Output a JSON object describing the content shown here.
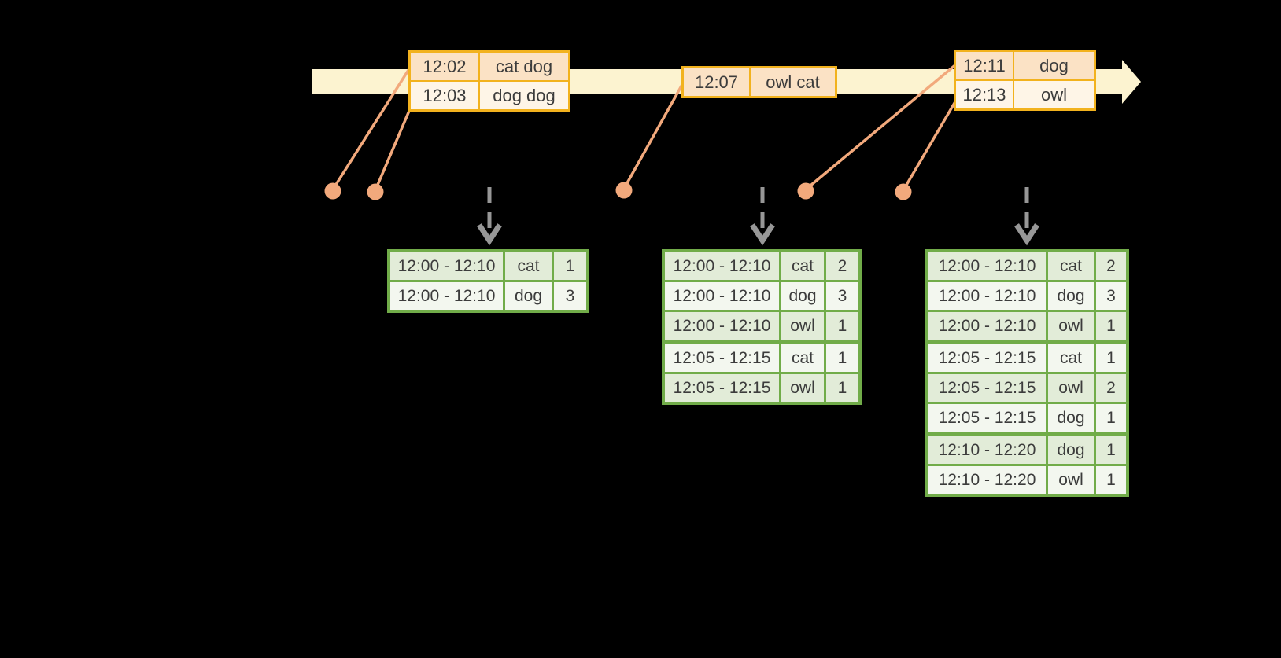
{
  "colors": {
    "background": "#000000",
    "timeline_fill": "#FCF3D0",
    "event_table_border": "#F2B21E",
    "event_row_fill": "#FBE2C5",
    "event_row_fill_alt": "#FEF5E7",
    "connector": "#F2A97C",
    "trigger_arrow": "#979797",
    "result_table_border": "#71AC49",
    "result_row_fill": "#E2ECD8",
    "result_row_fill_alt": "#F3F7EF",
    "table_text": "#3C3C3C"
  },
  "event_tables": [
    {
      "rows": [
        {
          "time": "12:02",
          "words": "cat dog"
        },
        {
          "time": "12:03",
          "words": "dog dog"
        }
      ]
    },
    {
      "rows": [
        {
          "time": "12:07",
          "words": "owl cat"
        }
      ]
    },
    {
      "rows": [
        {
          "time": "12:11",
          "words": "dog"
        },
        {
          "time": "12:13",
          "words": "owl"
        }
      ]
    }
  ],
  "result_tables": [
    {
      "rows": [
        {
          "window": "12:00 - 12:10",
          "word": "cat",
          "count": "1"
        },
        {
          "window": "12:00 - 12:10",
          "word": "dog",
          "count": "3"
        }
      ]
    },
    {
      "rows": [
        {
          "window": "12:00 - 12:10",
          "word": "cat",
          "count": "2"
        },
        {
          "window": "12:00 - 12:10",
          "word": "dog",
          "count": "3"
        },
        {
          "window": "12:00 - 12:10",
          "word": "owl",
          "count": "1"
        },
        {
          "window": "12:05 - 12:15",
          "word": "cat",
          "count": "1"
        },
        {
          "window": "12:05 - 12:15",
          "word": "owl",
          "count": "1"
        }
      ]
    },
    {
      "rows": [
        {
          "window": "12:00 - 12:10",
          "word": "cat",
          "count": "2"
        },
        {
          "window": "12:00 - 12:10",
          "word": "dog",
          "count": "3"
        },
        {
          "window": "12:00 - 12:10",
          "word": "owl",
          "count": "1"
        },
        {
          "window": "12:05 - 12:15",
          "word": "cat",
          "count": "1"
        },
        {
          "window": "12:05 - 12:15",
          "word": "owl",
          "count": "2"
        },
        {
          "window": "12:05 - 12:15",
          "word": "dog",
          "count": "1"
        },
        {
          "window": "12:10 - 12:20",
          "word": "dog",
          "count": "1"
        },
        {
          "window": "12:10 - 12:20",
          "word": "owl",
          "count": "1"
        }
      ]
    }
  ]
}
